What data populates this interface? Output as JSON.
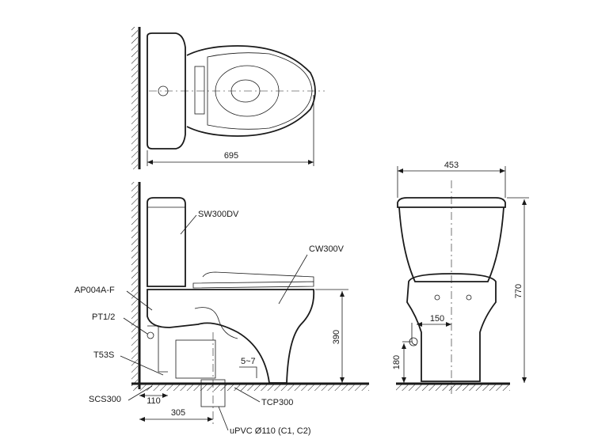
{
  "top_view": {
    "width_dim": "695"
  },
  "side_view": {
    "labels": {
      "tank": "SW300DV",
      "bowl": "CW300V",
      "valve": "AP004A-F",
      "pipe_thread": "PT1/2",
      "stop_valve": "T53S",
      "flange": "SCS300",
      "outlet_connector": "TCP300",
      "pipe": "uPVC Ø110 (C1, C2)"
    },
    "dims": {
      "seat_height": "390",
      "wall_offset": "110",
      "rough_in": "305",
      "gap": "5~7"
    }
  },
  "front_view": {
    "dims": {
      "width": "453",
      "height": "770",
      "inlet_offset": "150",
      "inlet_height": "180"
    }
  }
}
